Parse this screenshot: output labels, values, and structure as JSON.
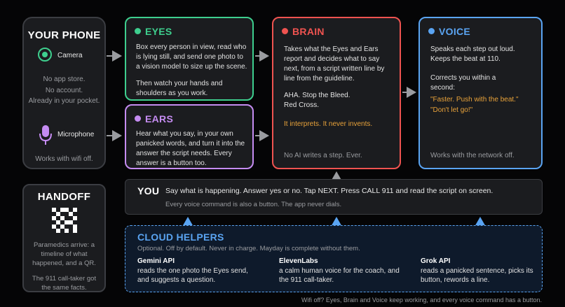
{
  "phone": {
    "title": "YOUR PHONE",
    "camera_label": "Camera",
    "line1": "No app store.",
    "line2": "No account.",
    "line3": "Already in your pocket.",
    "mic_label": "Microphone",
    "footer": "Works with wifi off."
  },
  "eyes": {
    "title": "EYES",
    "body1": "Box every person in view, read who is lying still, and send one photo to a vision model to size up the scene.",
    "body2": "Then watch your hands and shoulders as you work."
  },
  "ears": {
    "title": "EARS",
    "body": "Hear what you say, in your own panicked words, and turn it into the answer the script needs. Every answer is a button too."
  },
  "brain": {
    "title": "BRAIN",
    "body1": "Takes what the Eyes and Ears report and decides what to say next, from a script written line by line from the guideline.",
    "body2": "AHA. Stop the Bleed. Red Cross.",
    "highlight": "It interprets. It never invents.",
    "footer": "No AI writes a step. Ever."
  },
  "voice": {
    "title": "VOICE",
    "body1": "Speaks each step out loud. Keeps the beat at 110.",
    "body2": "Corrects you within a second:",
    "quote1": "\"Faster. Push with the beat.\"",
    "quote2": "\"Don't let go!\"",
    "footer": "Works with the network off."
  },
  "handoff": {
    "title": "HANDOFF",
    "body1": "Paramedics arrive: a timeline of what happened, and a QR.",
    "body2": "The 911 call-taker got the same facts."
  },
  "you": {
    "title": "YOU",
    "main": "Say what is happening. Answer yes or no. Tap NEXT. Press CALL 911 and read the script on screen.",
    "sub": "Every voice command is also a button. The app never dials."
  },
  "cloud": {
    "title": "CLOUD HELPERS",
    "subtitle": "Optional. Off by default. Never in charge. Mayday is complete without them.",
    "helpers": [
      {
        "name": "Gemini API",
        "desc": "reads the one photo the Eyes send, and suggests a question."
      },
      {
        "name": "ElevenLabs",
        "desc": "a calm human voice for the coach, and the 911 call-taker."
      },
      {
        "name": "Grok API",
        "desc": "reads a panicked sentence, picks its button, rewords a line."
      }
    ]
  },
  "footer_note": "Wifi off? Eyes, Brain and Voice keep working, and every voice command has a button.",
  "colors": {
    "eyes": "#3ecf8e",
    "ears": "#c58cf2",
    "brain": "#ef5350",
    "voice": "#5aa4f2",
    "highlight": "#e8a23a",
    "cloud": "#5aa4f2",
    "arrow": "#9a9ca0"
  }
}
